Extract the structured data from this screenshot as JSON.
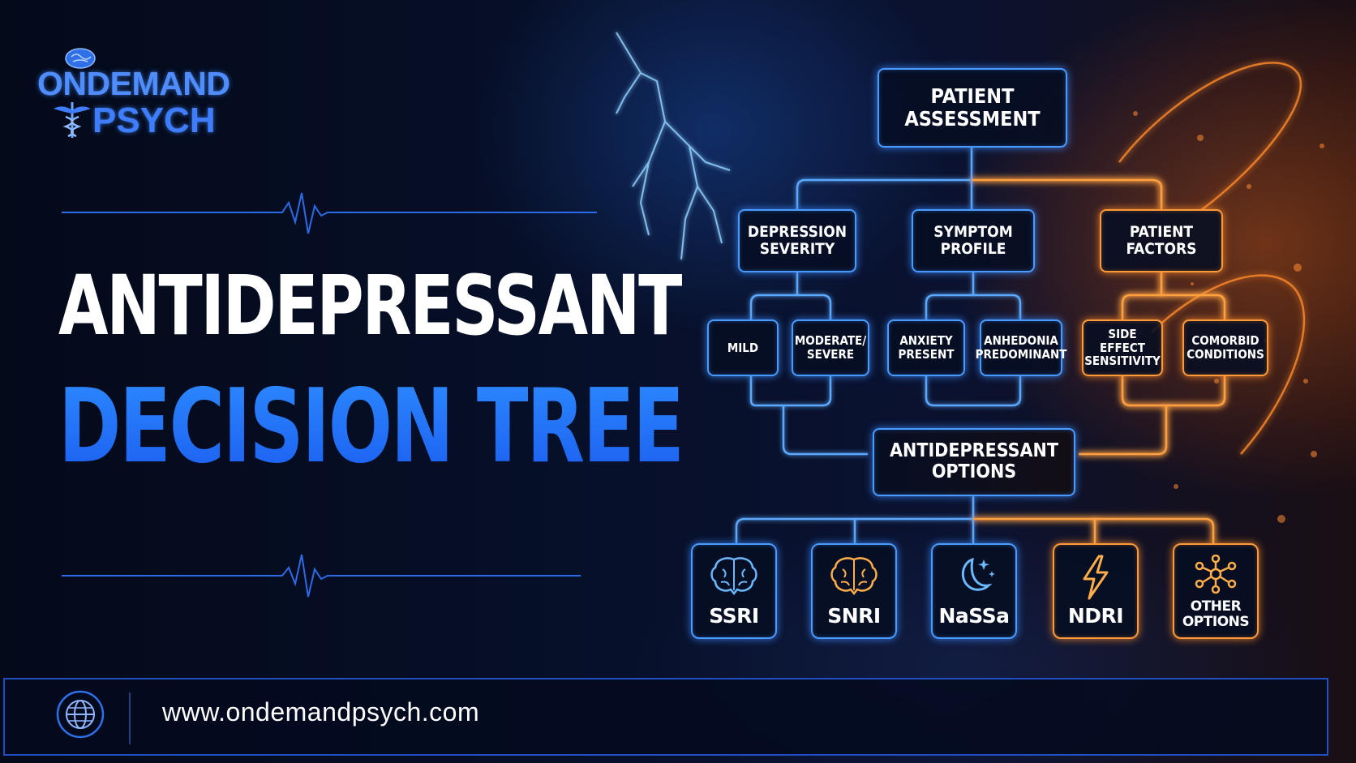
{
  "brand": {
    "line1": "ONDEMAND",
    "line2": "PSYCH"
  },
  "title": {
    "line1": "ANTIDEPRESSANT",
    "line2": "DECISION TREE"
  },
  "tree": {
    "root": "PATIENT ASSESSMENT",
    "branches": [
      {
        "label": "DEPRESSION SEVERITY",
        "children": [
          "MILD",
          "MODERATE/ SEVERE"
        ]
      },
      {
        "label": "SYMPTOM PROFILE",
        "children": [
          "ANXIETY PRESENT",
          "ANHEDONIA PREDOMINANT"
        ]
      },
      {
        "label": "PATIENT FACTORS",
        "children": [
          "SIDE EFFECT SENSITIVITY",
          "COMORBID CONDITIONS"
        ]
      }
    ],
    "options": "ANTIDEPRESSANT OPTIONS",
    "drugs": [
      {
        "label": "SSRI",
        "icon": "brain-icon"
      },
      {
        "label": "SNRI",
        "icon": "brain-icon"
      },
      {
        "label": "NaSSa",
        "icon": "moon-stars-icon"
      },
      {
        "label": "NDRI",
        "icon": "lightning-icon"
      },
      {
        "label": "OTHER OPTIONS",
        "icon": "network-icon"
      }
    ]
  },
  "footer": {
    "url": "www.ondemandpsych.com",
    "icon": "globe-icon"
  },
  "colors": {
    "blue_accent": "#4a9bff",
    "orange_accent": "#ff9a3a",
    "title_blue": "#1a6bff",
    "background": "#050b1c"
  }
}
